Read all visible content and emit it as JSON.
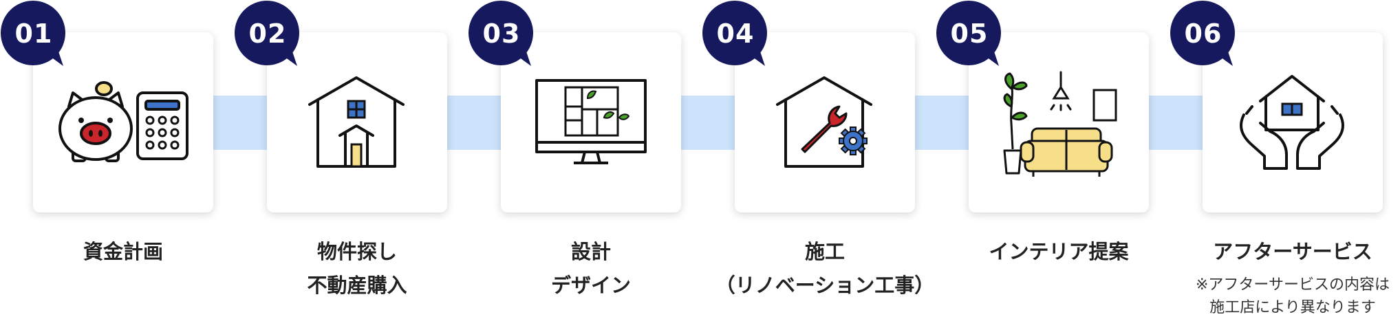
{
  "steps": [
    {
      "number": "01",
      "line1": "資金計画",
      "line2": "",
      "icon": "piggy-bank-calculator-icon"
    },
    {
      "number": "02",
      "line1": "物件探し",
      "line2": "不動産購入",
      "icon": "house-icon"
    },
    {
      "number": "03",
      "line1": "設計",
      "line2": "デザイン",
      "icon": "monitor-floorplan-icon"
    },
    {
      "number": "04",
      "line1": "施工",
      "line2": "（リノベーション工事）",
      "icon": "house-wrench-gear-icon"
    },
    {
      "number": "05",
      "line1": "インテリア提案",
      "line2": "",
      "icon": "sofa-plant-lamp-icon"
    },
    {
      "number": "06",
      "line1": "アフターサービス",
      "line2": "",
      "icon": "hands-house-icon"
    }
  ],
  "note": {
    "line1": "※アフターサービスの内容は",
    "line2": "施工店により異なります"
  },
  "colors": {
    "badge": "#17195e",
    "connector": "#cce3fb",
    "accent_blue": "#3d74c9",
    "accent_red": "#c9252b",
    "accent_yellow": "#f7df8a",
    "accent_green": "#4aa12a"
  }
}
